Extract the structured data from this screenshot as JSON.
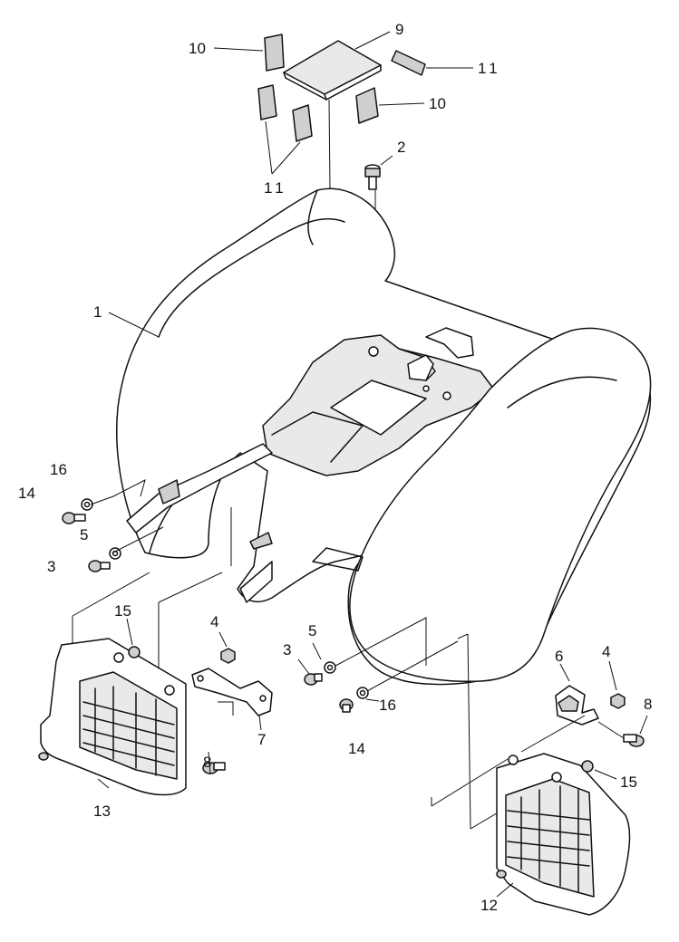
{
  "callouts": {
    "c1": "1",
    "c2": "2",
    "c3a": "3",
    "c3b": "3",
    "c4a": "4",
    "c4b": "4",
    "c5a": "5",
    "c5b": "5",
    "c6": "6",
    "c7": "7",
    "c8a": "8",
    "c8b": "8",
    "c9": "9",
    "c10a": "10",
    "c10b": "10",
    "c11a": "11",
    "c11b": "11",
    "c12": "12",
    "c13": "13",
    "c14a": "14",
    "c14b": "14",
    "c15a": "15",
    "c15b": "15",
    "c16a": "16",
    "c16b": "16"
  }
}
